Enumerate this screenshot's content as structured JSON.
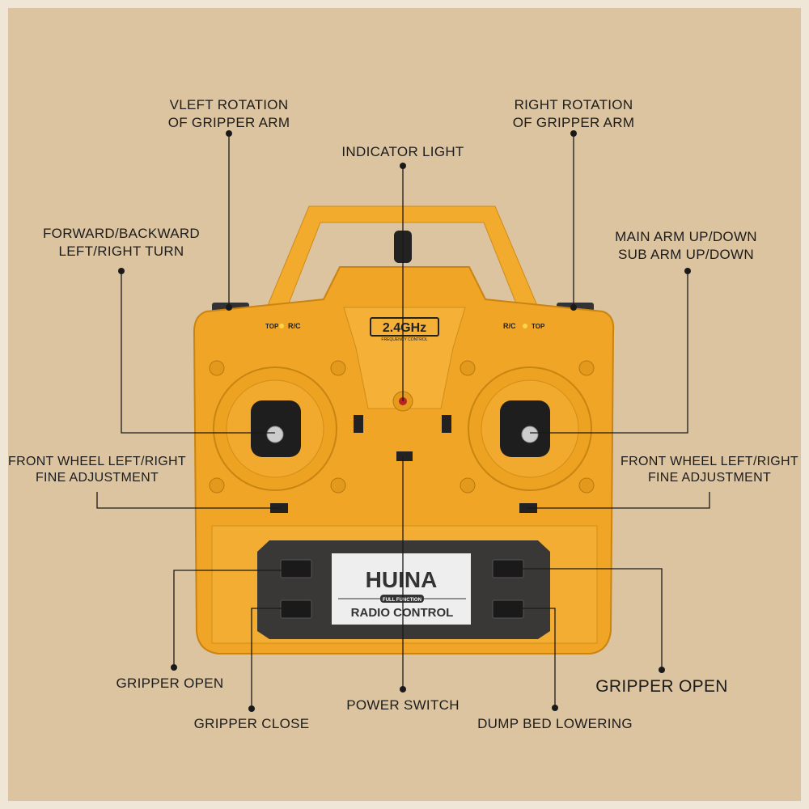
{
  "labels": {
    "left_rotation": [
      "VLEFT ROTATION",
      "OF GRIPPER ARM"
    ],
    "right_rotation": [
      "RIGHT ROTATION",
      "OF GRIPPER ARM"
    ],
    "indicator_light": "INDICATOR LIGHT",
    "left_stick": [
      "FORWARD/BACKWARD",
      "LEFT/RIGHT TURN"
    ],
    "right_stick": [
      "MAIN ARM UP/DOWN",
      "SUB ARM UP/DOWN"
    ],
    "left_trim": [
      "FRONT WHEEL LEFT/RIGHT",
      "FINE ADJUSTMENT"
    ],
    "right_trim": [
      "FRONT WHEEL LEFT/RIGHT",
      "FINE ADJUSTMENT"
    ],
    "gripper_open_left": "GRIPPER OPEN",
    "gripper_close": "GRIPPER CLOSE",
    "power_switch": "POWER SWITCH",
    "gripper_open_right": "GRIPPER OPEN",
    "dump_bed_lowering": "DUMP BED LOWERING"
  },
  "controller": {
    "frequency": "2.4GHz",
    "frequency_sub": "FREQUENCY CONTROL",
    "left_badge": [
      "TOP",
      "R/C"
    ],
    "right_badge": [
      "R/C",
      "TOP"
    ],
    "brand": "HUINA",
    "full_function": "FULL FUNCTION",
    "radio_control": "RADIO CONTROL"
  },
  "colors": {
    "background": "#dcc4a0",
    "body": "#f0a526",
    "panel": "#3a3836",
    "accent": "#d42a2a"
  }
}
